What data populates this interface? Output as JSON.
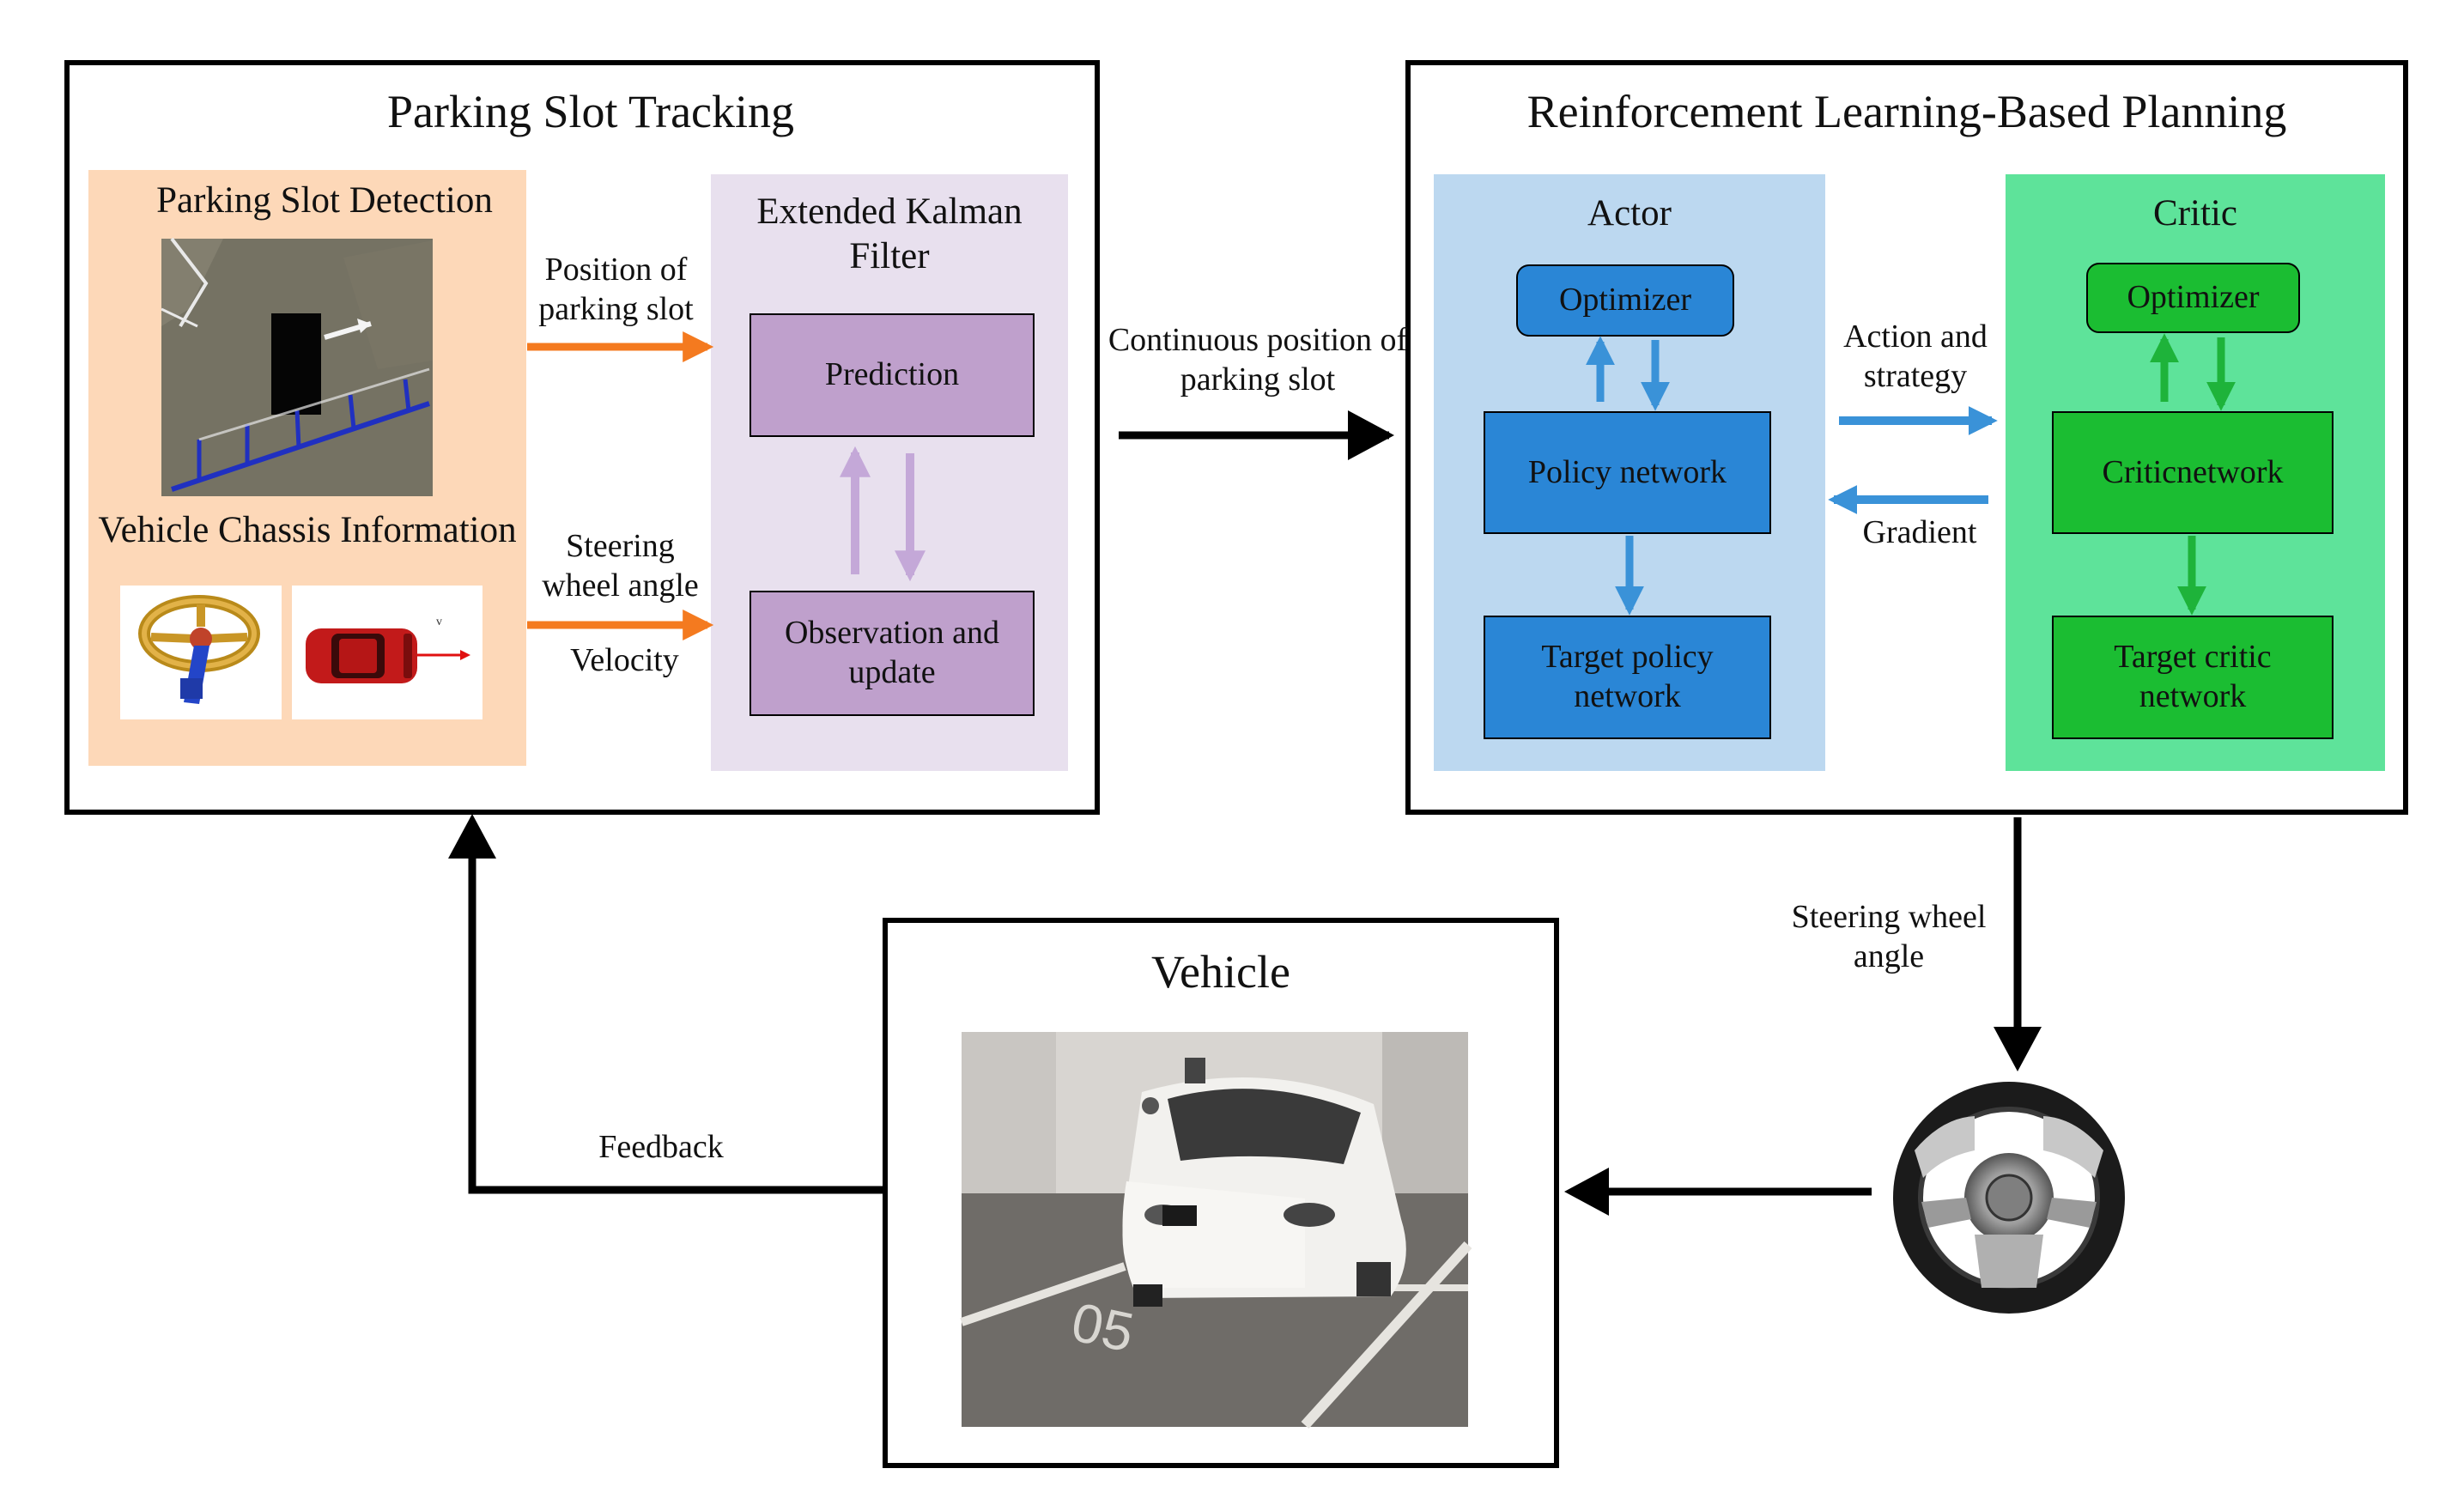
{
  "tracking": {
    "title": "Parking Slot Tracking",
    "detection_title": "Parking Slot Detection",
    "chassis_title": "Vehicle Chassis Information",
    "ekf_title": "Extended Kalman Filter",
    "prediction_label": "Prediction",
    "observation_label": "Observation and update",
    "position_label": "Position of parking slot",
    "steering_label": "Steering wheel angle",
    "velocity_label": "Velocity"
  },
  "planning": {
    "title": "Reinforcement Learning-Based Planning",
    "actor": {
      "title": "Actor",
      "optimizer_label": "Optimizer",
      "policy_label": "Policy network",
      "target_label": "Target policy network"
    },
    "critic": {
      "title": "Critic",
      "optimizer_label": "Optimizer",
      "network_label": "Criticnetwork",
      "target_label": "Target critic network"
    },
    "action_label": "Action and strategy",
    "gradient_label": "Gradient"
  },
  "links": {
    "continuous_label": "Continuous position of parking slot",
    "steering_output_label": "Steering wheel angle",
    "feedback_label": "Feedback"
  },
  "vehicle": {
    "title": "Vehicle",
    "plate_text": "05"
  },
  "colors": {
    "detection_bg": "#fdd8b8",
    "ekf_bg": "#e8e0ee",
    "ekf_node": "#bfa0cc",
    "ekf_arrow": "#c4a8d8",
    "actor_bg": "#bcd8f0",
    "actor_node": "#2a86d6",
    "actor_arrow": "#3a92d8",
    "critic_bg": "#5ee39a",
    "critic_node": "#1bbd32",
    "critic_arrow": "#1eb33a",
    "orange_arrow": "#f47a1f",
    "black": "#000000"
  }
}
